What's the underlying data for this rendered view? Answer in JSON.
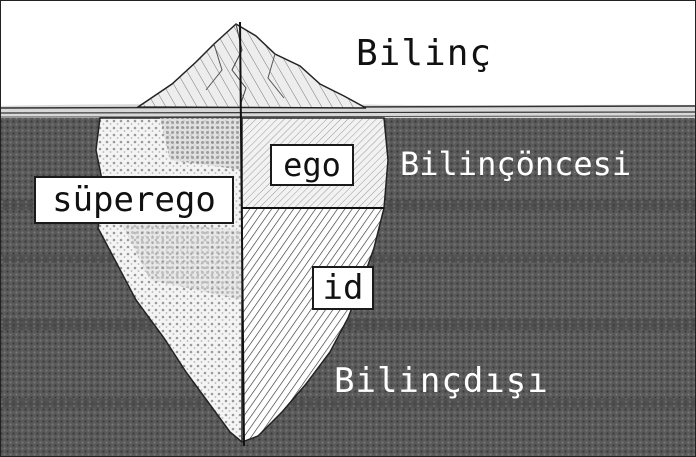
{
  "labels": {
    "conscious": "Bilinç",
    "preconscious": "Bilinçöncesi",
    "unconscious": "Bilinçdışı",
    "ego": "ego",
    "superego": "süperego",
    "id": "id"
  },
  "colors": {
    "sky": "#ffffff",
    "water": "#5a5a5a",
    "ink": "#111111",
    "label_light": "#ffffff"
  }
}
